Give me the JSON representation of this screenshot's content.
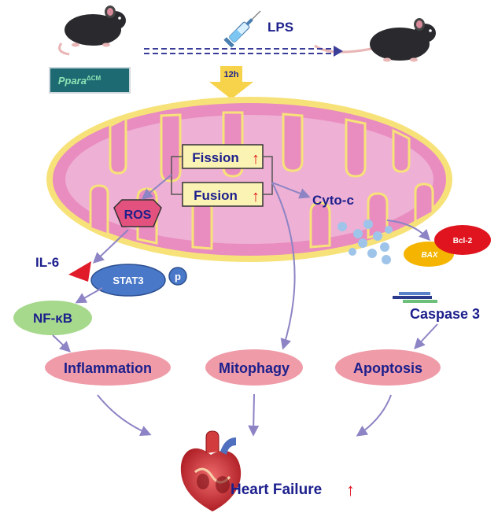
{
  "diagram": {
    "treatment_label": "LPS",
    "genotype_label": "Ppara",
    "genotype_superscript": "ΔCM",
    "time_label": "12h",
    "fission_label": "Fission",
    "fusion_label": "Fusion",
    "up_arrow": "↑",
    "ros_label": "ROS",
    "cyto_c_label": "Cyto-c",
    "il6_label": "IL-6",
    "stat3_label": "STAT3",
    "phospho_label": "p",
    "nfkb_label": "NF-κB",
    "bax_label": "BAX",
    "bcl2_label": "Bcl-2",
    "caspase3_label": "Caspase 3",
    "inflammation_label": "Inflammation",
    "mitophagy_label": "Mitophagy",
    "apoptosis_label": "Apoptosis",
    "heart_failure_label": "Heart Failure"
  },
  "colors": {
    "navy_text": "#1c1f8c",
    "membrane_outer": "#f7e27a",
    "matrix_pink": "#eeb0d4",
    "crista_pink": "#e98cbf",
    "outcome_ellipse": "#ef9ba8",
    "nfkb_green": "#a6d98c",
    "stat3_blue": "#4a78c8",
    "ros_pink": "#e3527e",
    "il6_red": "#e01b2a",
    "bax_yellow": "#f4b400",
    "bcl2_red": "#e0141e",
    "arrow_purple": "#8c84c4",
    "up_red": "#e0141e",
    "cyto_c_dots": "#9fc4ea",
    "genotype_box": "#1e6a73",
    "genotype_text": "#8ee3b3"
  },
  "icons": [
    "mouse-icon",
    "syringe-icon",
    "heart-icon",
    "chevron-down-icon"
  ]
}
